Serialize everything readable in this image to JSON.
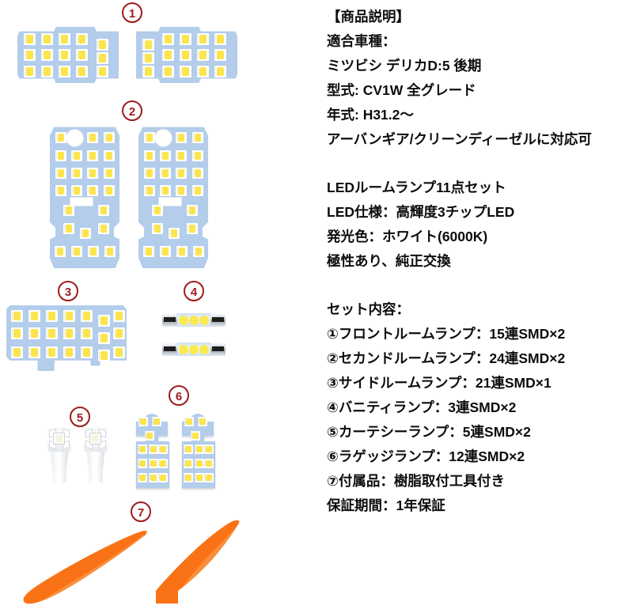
{
  "image": {
    "markers": [
      {
        "id": "marker-1",
        "label": "①",
        "glyph": "1"
      },
      {
        "id": "marker-2",
        "label": "②",
        "glyph": "2"
      },
      {
        "id": "marker-3",
        "label": "③",
        "glyph": "3"
      },
      {
        "id": "marker-4",
        "label": "④",
        "glyph": "4"
      },
      {
        "id": "marker-5",
        "label": "⑤",
        "glyph": "5"
      },
      {
        "id": "marker-6",
        "label": "⑥",
        "glyph": "6"
      },
      {
        "id": "marker-7",
        "label": "⑦",
        "glyph": "7"
      }
    ],
    "colors": {
      "pcb_blue": "#b3cdea",
      "led_yellow": "#fbe54d",
      "marker_red": "#9e1b1b",
      "tool_orange": "#f97316",
      "background": "#ffffff"
    },
    "parts": [
      {
        "marker": "①",
        "name": "front-room-lamp",
        "qty": 2,
        "leds": 15,
        "rows": 3,
        "cols": 5
      },
      {
        "marker": "②",
        "name": "second-room-lamp",
        "qty": 2,
        "leds": 24
      },
      {
        "marker": "③",
        "name": "side-room-lamp",
        "qty": 1,
        "leds": 21,
        "rows": 3,
        "cols": 7
      },
      {
        "marker": "④",
        "name": "vanity-lamp-festoon",
        "qty": 2,
        "leds": 3
      },
      {
        "marker": "⑤",
        "name": "courtesy-lamp-t10",
        "qty": 2,
        "leds": 5
      },
      {
        "marker": "⑥",
        "name": "luggage-lamp",
        "qty": 2,
        "leds": 12
      },
      {
        "marker": "⑦",
        "name": "resin-pry-tool",
        "qty": 2,
        "leds": 0
      }
    ]
  },
  "description": {
    "heading": "【商品説明】",
    "fitment_label": "適合車種：",
    "fitment_vehicle": "ミツビシ デリカD:5 後期",
    "model_code": "型式: CV1W 全グレード",
    "model_year": "年式: H31.2〜",
    "grade_note": "アーバンギア/クリーンディーゼルに対応可",
    "spec_set": "LEDルームランプ11点セット",
    "spec_led": "LED仕様：高輝度3チップLED",
    "spec_color": "発光色：ホワイト(6000K)",
    "spec_polarity": "極性あり、純正交換",
    "set_contents_label": "セット内容：",
    "set_contents": [
      "①フロントルームランプ：15連SMD×2",
      "②セカンドルームランプ：24連SMD×2",
      "③サイドルームランプ：21連SMD×1",
      "④バニティランプ：3連SMD×2",
      "⑤カーテシーランプ：5連SMD×2",
      "⑥ラゲッジランプ：12連SMD×2",
      "⑦付属品：樹脂取付工具付き"
    ],
    "warranty": "保証期間：1年保証"
  }
}
